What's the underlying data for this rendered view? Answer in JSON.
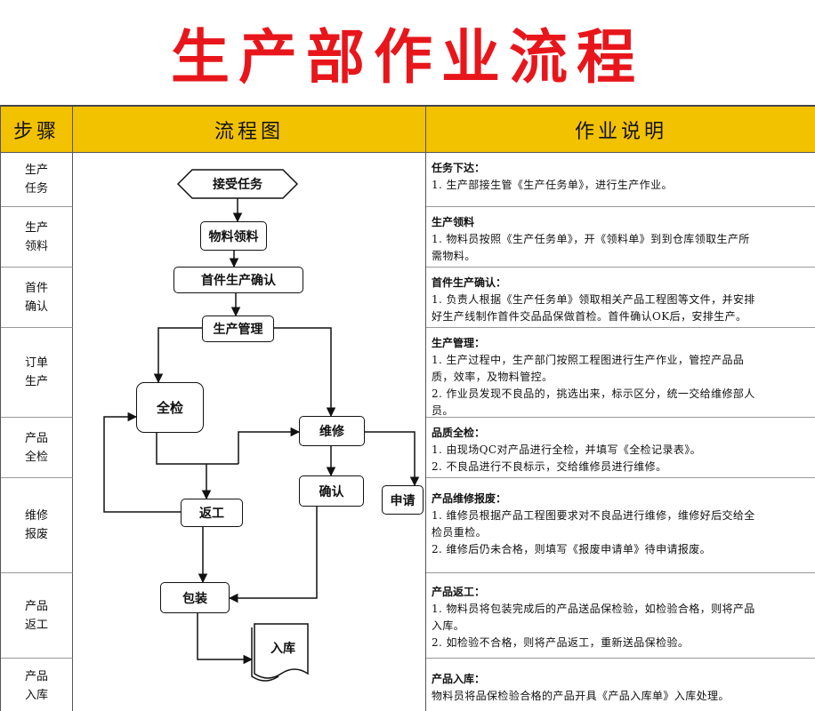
{
  "title": "生产部作业流程",
  "header": {
    "steps": "步骤",
    "flow": "流程图",
    "desc": "作业说明"
  },
  "steps": [
    {
      "label": "生产任务"
    },
    {
      "label": "生产领料"
    },
    {
      "label": "首件确认"
    },
    {
      "label": "订单生产"
    },
    {
      "label": "产品全检"
    },
    {
      "label": "维修报废"
    },
    {
      "label": "产品返工"
    },
    {
      "label": "产品入库"
    }
  ],
  "descriptions": [
    {
      "head": "任务下达：",
      "lines": [
        "1. 生产部接生管《生产任务单》，进行生产作业。"
      ]
    },
    {
      "head": "生产领料",
      "lines": [
        "1. 物料员按照《生产任务单》，开《领料单》到到仓库领取生产所",
        "需物料。"
      ]
    },
    {
      "head": "首件生产确认：",
      "lines": [
        "1. 负责人根据《生产任务单》领取相关产品工程图等文件，并安排",
        "好生产线制作首件交品品保做首检。首件确认OK后，安排生产。"
      ]
    },
    {
      "head": "生产管理：",
      "lines": [
        "1. 生产过程中，生产部门按照工程图进行生产作业，管控产品品",
        "质，效率，及物料管控。",
        "2. 作业员发现不良品的，挑选出来，标示区分，统一交给维修部人",
        "员。"
      ]
    },
    {
      "head": "品质全检：",
      "lines": [
        "1. 由现场QC对产品进行全检，并填写《全检记录表》。",
        "2. 不良品进行不良标示，交给维修员进行维修。"
      ]
    },
    {
      "head": "产品维修报废：",
      "lines": [
        "1. 维修员根据产品工程图要求对不良品进行维修，维修好后交给全",
        "检员重检。",
        "2. 维修后仍未合格，则填写《报废申请单》待申请报废。"
      ]
    },
    {
      "head": "产品返工：",
      "lines": [
        "1. 物料员将包装完成后的产品送品保检验，如检验合格，则将产品",
        "入库。",
        "2. 如检验不合格，则将产品返工，重新送品保检验。"
      ]
    },
    {
      "head": "产品入库：",
      "lines": [
        "物料员将品保检验合格的产品开具《产品入库单》入库处理。"
      ]
    }
  ],
  "flow": {
    "start": "接受任务",
    "material": "物料领料",
    "first_confirm": "首件生产确认",
    "production": "生产管理",
    "inspect": "全检",
    "repair": "维修",
    "confirm": "确认",
    "apply": "申请",
    "rework": "返工",
    "pack": "包装",
    "store": "入库"
  }
}
